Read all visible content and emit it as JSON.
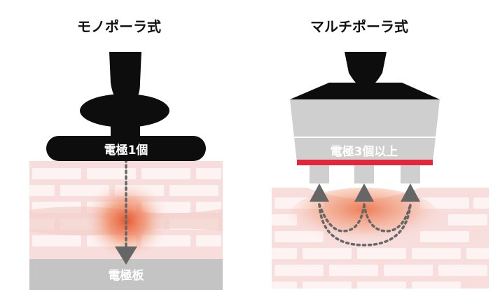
{
  "left": {
    "title": "モノポーラ式",
    "electrode_label": "電極1個",
    "plate_label": "電極板"
  },
  "right": {
    "title": "マルチポーラ式",
    "electrode_label": "電極3個以上"
  },
  "colors": {
    "skin": "#f7dedd",
    "brick_line": "#ffffff",
    "heat": "#e8643a",
    "electrode_dark": "#0d0d0d",
    "electrode_gray": "#cfcfcf",
    "accent_red": "#e2273a",
    "arrow_gray": "#666666",
    "plate_gray": "#c4c4c4"
  }
}
